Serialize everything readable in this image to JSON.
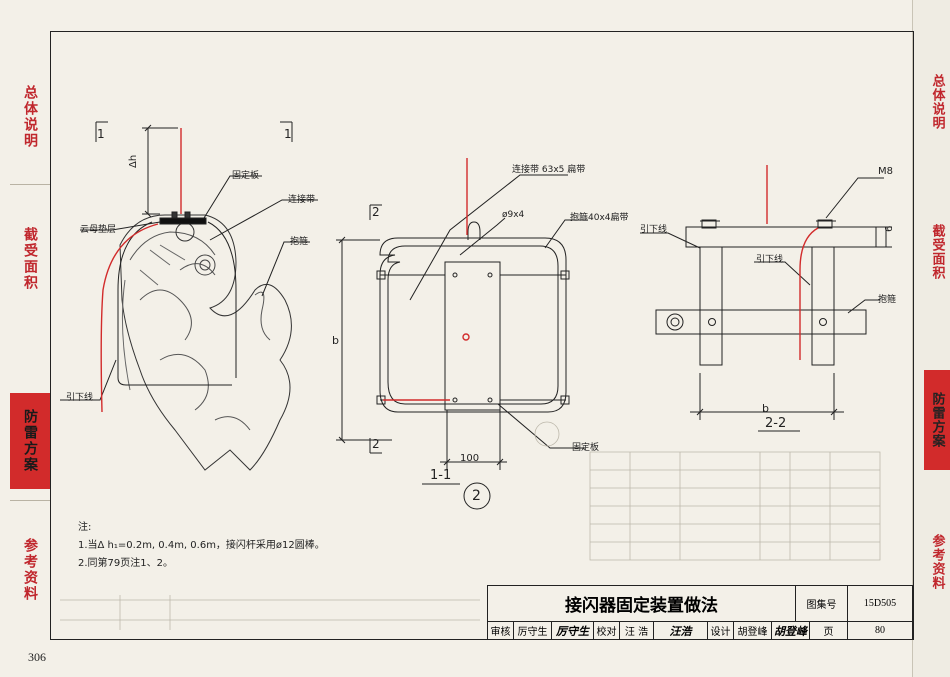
{
  "sidebar_left": [
    {
      "label": "总体说明",
      "active": false
    },
    {
      "label": "截受面积",
      "active": false
    },
    {
      "label": "防雷方案",
      "active": true
    },
    {
      "label": "参考资料",
      "active": false
    }
  ],
  "sidebar_right": [
    {
      "label": "总体说明",
      "active": false
    },
    {
      "label": "截受面积",
      "active": false
    },
    {
      "label": "防雷方案",
      "active": true
    },
    {
      "label": "参考资料",
      "active": false
    }
  ],
  "drawing": {
    "left": {
      "section_mark_left": "1",
      "section_mark_right": "1",
      "dim_delta_h": "Δh",
      "label_fixing_plate": "固定板",
      "label_connecting_strip": "连接带",
      "label_mica_pad": "云母垫层",
      "label_clamp": "抱箍",
      "label_down_conductor": "引下线"
    },
    "middle": {
      "label_connecting_strip": "连接带 63x5 扁带",
      "label_hole": "ø9x4",
      "label_clamp_strip": "抱箍40x4扁带",
      "section_mark_top": "2",
      "section_mark_bottom": "2",
      "dim_b": "b",
      "dim_100": "100",
      "label_fixing_plate": "固定板",
      "view_label": "1-1",
      "detail_no": "2"
    },
    "right": {
      "label_m8": "M8",
      "label_down_conductor_1": "引下线",
      "label_down_conductor_2": "引下线",
      "label_clamp": "抱箍",
      "dim_6": "6",
      "dim_b": "b",
      "view_label": "2-2"
    }
  },
  "notes": {
    "heading": "注:",
    "line1": "1.当Δ h₁=0.2m, 0.4m, 0.6m，接闪杆采用ø12圆棒。",
    "line2": "2.同第79页注1、2。"
  },
  "title_block": {
    "title": "接闪器固定装置做法",
    "atlas_label": "图集号",
    "atlas_no": "15D505",
    "review_label": "审核",
    "reviewer": "厉守生",
    "reviewer_sig": "厉守生",
    "check_label": "校对",
    "checker": "汪 浩",
    "checker_sig": "汪浩",
    "design_label": "设计",
    "designer": "胡登峰",
    "designer_sig": "胡登峰",
    "page_label": "页",
    "page_no": "80"
  },
  "footer": {
    "book_page": "306"
  },
  "colors": {
    "accent": "#d22b2b",
    "line": "#222222"
  }
}
